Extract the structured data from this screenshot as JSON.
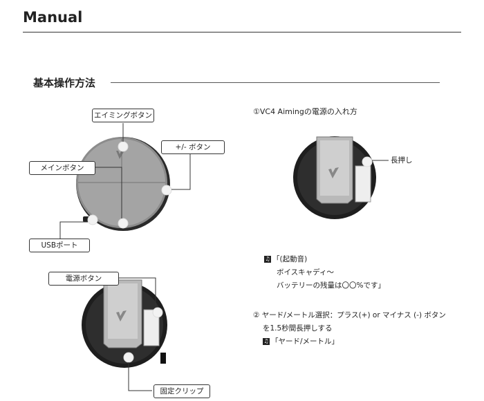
{
  "header": {
    "title": "Manual"
  },
  "section": {
    "heading": "基本操作方法"
  },
  "front_view": {
    "labels": {
      "aiming_button": "エイミングボタン",
      "plus_minus_button": "+/- ボタン",
      "main_button": "メインボタン",
      "usb_port": "USBポート"
    }
  },
  "back_view": {
    "labels": {
      "power_button": "電源ボタン",
      "fixed_clip": "固定クリップ"
    }
  },
  "power_on": {
    "title": "①VC4 Aimingの電源の入れ方",
    "long_press": "長押し",
    "sound_header": "「(起動音)",
    "sound_line1": "ボイスキャディ～",
    "sound_line2": "バッテリーの残量は〇〇%です」"
  },
  "yard_meter": {
    "line1": "② ヤード/メートル選択：プラス(+) or マイナス (-) ボタン",
    "line2": "を1.5秒間長押しする",
    "sound": "「ヤード/メートル」"
  },
  "icons": {
    "note": "note-icon",
    "logo_mark": "v-logo-icon"
  }
}
